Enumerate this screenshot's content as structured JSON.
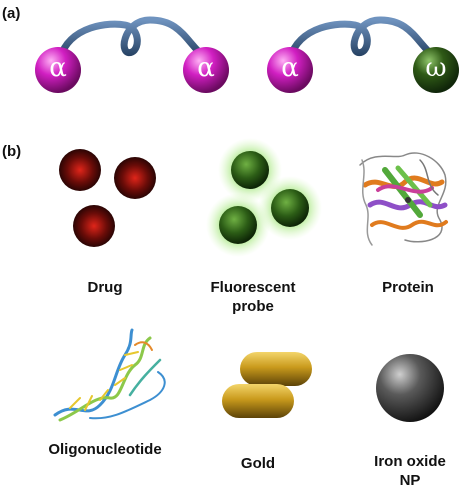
{
  "panels": {
    "a": {
      "label": "(a)",
      "constructs": [
        {
          "left_symbol": "α",
          "right_symbol": "α",
          "left_color": "#d11fc2",
          "right_color": "#d11fc2"
        },
        {
          "left_symbol": "α",
          "right_symbol": "ω",
          "left_color": "#d11fc2",
          "right_color": "#2f5a16"
        }
      ],
      "linker_color": "#3c5f8a"
    },
    "b": {
      "label": "(b)",
      "items": [
        {
          "name": "Drug",
          "icon": "drug-spheres-icon",
          "color": "#b3140c"
        },
        {
          "name": "Fluorescent\nprobe",
          "icon": "fluorescent-probe-icon",
          "color": "#3a7a1c"
        },
        {
          "name": "Protein",
          "icon": "protein-ribbon-icon"
        },
        {
          "name": "Oligonucleotide",
          "icon": "dna-helix-icon"
        },
        {
          "name": "Gold",
          "icon": "gold-nanorod-icon",
          "color": "#c99a1c"
        },
        {
          "name": "Iron oxide\nNP",
          "icon": "iron-oxide-sphere-icon",
          "color": "#555555"
        }
      ]
    }
  }
}
